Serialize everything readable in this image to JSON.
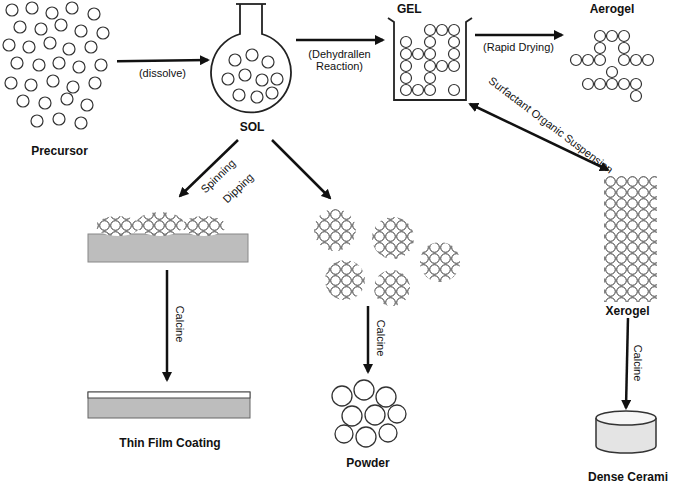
{
  "diagram": {
    "nodes": [
      {
        "text": [
          "Precursor"
        ]
      },
      {
        "text": [
          "SOL"
        ]
      },
      {
        "text": [
          "GEL"
        ]
      },
      {
        "text": [
          "Aerogel"
        ]
      },
      {
        "text": [
          "Xerogel"
        ]
      },
      {
        "text": [
          "Thin Film Coating"
        ]
      },
      {
        "text": [
          "Powder"
        ]
      },
      {
        "text": [
          "Dense Cerami"
        ]
      }
    ],
    "edges": [
      {
        "from": 0,
        "to": 1,
        "label": "(dissolve)",
        "arrow": "to"
      },
      {
        "from": 1,
        "to": 2,
        "label": "(Dehydrallen Reaction)",
        "arrow": "to"
      },
      {
        "from": 2,
        "to": 3,
        "label": "(Rapid Drying)",
        "arrow": "to"
      },
      {
        "from": 2,
        "to": 4,
        "label": "Surfactant Organic Suspension",
        "arrow": "both"
      },
      {
        "from": 4,
        "to": 7,
        "label": "Calcine",
        "arrow": "to"
      }
    ],
    "labels": [
      "Spinning",
      "Dipping",
      "Calcine",
      "Calcine"
    ]
  }
}
